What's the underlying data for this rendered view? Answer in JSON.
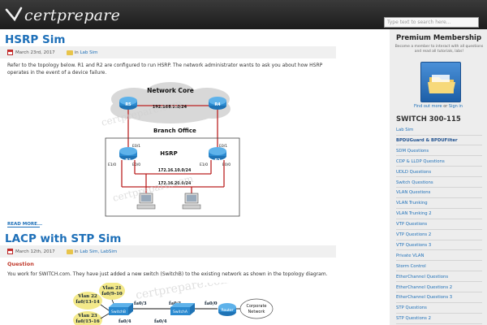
{
  "header": {
    "logo_text": "certprepare",
    "search_placeholder": "Type text to search here..."
  },
  "posts": [
    {
      "title": "HSRP Sim",
      "date": "March 23rd, 2017",
      "in_label": "in",
      "category": "Lab Sim",
      "text": "Refer to the topology below. R1 and R2 are configured to run HSRP. The network administrator wants to ask you about how HSRP operates in the event of a device failure.",
      "read_more": "READ MORE...",
      "diagram": {
        "cloud_label": "Network Core",
        "r5": "R5",
        "r4": "R4",
        "core_net": "192.168.2.0/24",
        "branch_label": "Branch Office",
        "hsrp_label": "HSRP",
        "r1": "R1",
        "r2": "R2",
        "r1_e01": "E0/1",
        "r2_e01": "E0/1",
        "r1_e10": "E1/0",
        "r1_e00": "E0/0",
        "r2_e10": "E1/0",
        "r2_e00": "E0/0",
        "net_10": "172.16.10.0/24",
        "net_20": "172.16.20.0/24",
        "watermark": "certprepare.com"
      }
    },
    {
      "title": "LACP with STP Sim",
      "date": "March 12th, 2017",
      "in_label": "in",
      "category": "Lab Sim, LabSim",
      "question_label": "Question",
      "text": "You work for SWITCH.com. They have just added a new switch (SwitchB) to the existing network as shown in the topology diagram.",
      "diagram": {
        "vlan22": "Vlan 22",
        "fa_13_14": "fa0/13-14",
        "vlan21": "Vlan 21",
        "fa_9_10": "fa0/9-10",
        "vlan23": "Vlan 23",
        "fa_15_16": "fa0/15-16",
        "fa03": "fa0/3",
        "fa01": "fa0/1",
        "fa04": "fa0/4",
        "fa00": "fa0/0",
        "switch_b": "SwitchB",
        "switch_a": "SwitchA",
        "router": "Router",
        "corporate_1": "Corporate",
        "corporate_2": "Network",
        "watermark": "certprepare.com"
      }
    }
  ],
  "sidebar": {
    "title": "Premium Membership",
    "subtitle_1": "Become a member to interact with all questions",
    "subtitle_2": "and read all tutorials, labs!",
    "find_out": "Find out more",
    "or": "or",
    "sign_in": "Sign in",
    "section_title": "SWITCH 300-115",
    "items": [
      "Lab Sim",
      "BPDUGuard & BPDUFilter",
      "SDM Questions",
      "CDP & LLDP Questions",
      "UDLD Questions",
      "Switch Questions",
      "VLAN Questions",
      "VLAN Trunking",
      "VLAN Trunking 2",
      "VTP Questions",
      "VTP Questions 2",
      "VTP Questions 3",
      "Private VLAN",
      "Storm Control",
      "EtherChannel Questions",
      "EtherChannel Questions 2",
      "EtherChannel Questions 3",
      "STP Questions",
      "STP Questions 2"
    ],
    "active_index": 1
  },
  "colors": {
    "link": "#1d6fb8",
    "title": "#1d6fb8",
    "question": "#c0392b",
    "header_bg": "#262626"
  }
}
